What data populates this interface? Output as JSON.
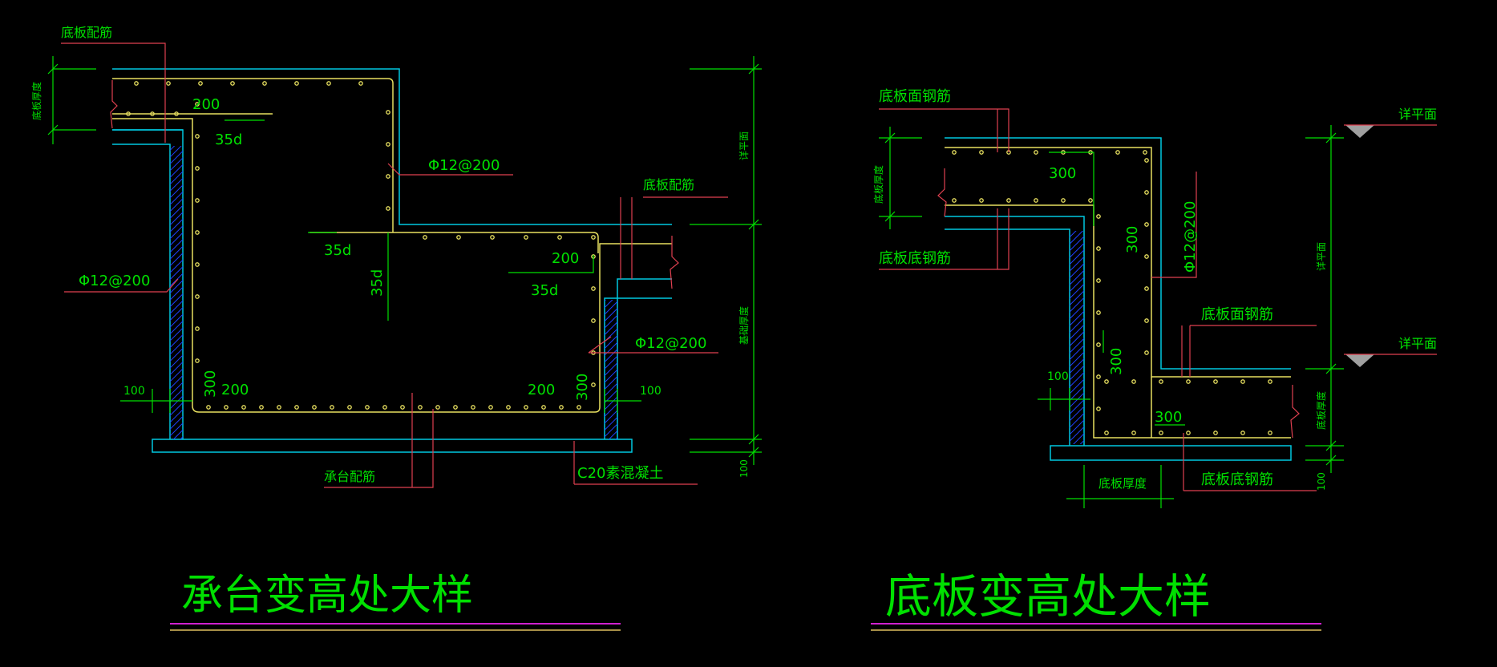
{
  "colors": {
    "background": "#000000",
    "concrete_outline": "#00c8e0",
    "rebar": "#e8e060",
    "dimension": "#00e000",
    "text": "#00e000",
    "leader": "#e04050",
    "hatch": "#2040ff",
    "title_underline_top": "#d020d0",
    "title_underline_bottom": "#e0c060",
    "triangle": "#a0a0a0"
  },
  "left_detail": {
    "title": "承台变高处大样",
    "labels": {
      "top_rebar": "底板配筋",
      "left_thickness": "底板厚度",
      "dim_200_top": "200",
      "dim_35d_top": "35d",
      "rebar_spec_1": "Φ12@200",
      "dim_35d_mid": "35d",
      "dim_35d_vertical": "35d",
      "right_rebar": "底板配筋",
      "dim_200_right": "200",
      "dim_35d_right": "35d",
      "rebar_spec_left": "Φ12@200",
      "rebar_spec_right": "Φ12@200",
      "dim_100_left": "100",
      "dim_300_left": "300",
      "dim_200_bottom_left": "200",
      "dim_200_bottom_right": "200",
      "dim_300_right": "300",
      "dim_100_right": "100",
      "cap_rebar": "承台配筋",
      "concrete": "C20素混凝土",
      "side_top": "详平面",
      "side_mid": "基础厚度",
      "side_bottom": "100"
    }
  },
  "right_detail": {
    "title": "底板变高处大样",
    "labels": {
      "top_face_rebar": "底板面钢筋",
      "thickness": "底板厚度",
      "dim_300_top": "300",
      "bottom_rebar": "底板底钢筋",
      "dim_300_vertical": "300",
      "rebar_spec": "Φ12@200",
      "face_rebar_2": "底板面钢筋",
      "dim_300_mid": "300",
      "dim_100": "100",
      "dim_300_bottom": "300",
      "thickness_bottom": "底板厚度",
      "bottom_rebar_2": "底板底钢筋",
      "level_top": "详平面",
      "side_mid": "详平面",
      "level_bottom": "详平面",
      "side_thickness": "底板厚度",
      "side_100": "100"
    }
  }
}
